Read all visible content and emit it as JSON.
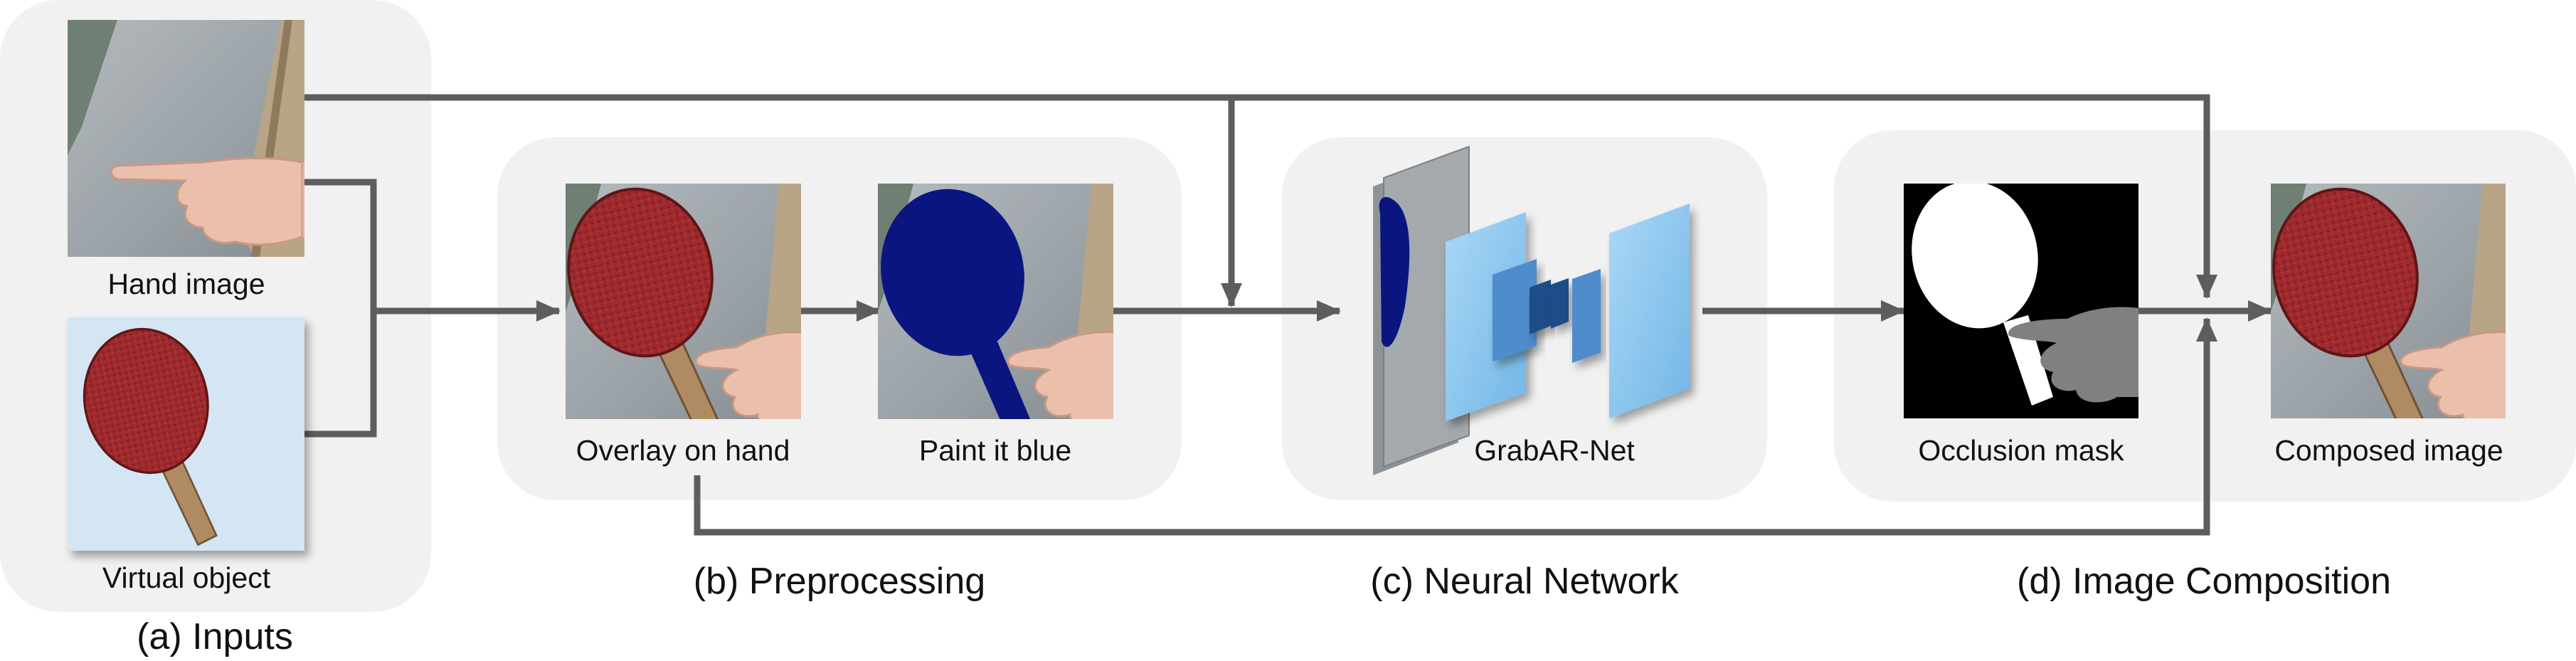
{
  "panels": {
    "inputs": {
      "caption": "(a) Inputs"
    },
    "preprocessing": {
      "caption": "(b) Preprocessing"
    },
    "network": {
      "caption": "(c) Neural Network"
    },
    "composition": {
      "caption": "(d) Image Composition"
    }
  },
  "labels": {
    "hand_image": "Hand image",
    "virtual_object": "Virtual object",
    "overlay": "Overlay on hand",
    "paint": "Paint it blue",
    "net": "GrabAR-Net",
    "mask": "Occlusion mask",
    "composed": "Composed image"
  },
  "colors": {
    "panel_bg": "#f1f1f1",
    "arrow": "#5d5d5d",
    "paddle_red": "#9e2a2e",
    "paint_blue": "#0a1580",
    "handle": "#b08a62",
    "wall": "#9aa1a6",
    "skin": "#eac0ac",
    "object_bg": "#d4e6f3",
    "net_layer": "#8fc9f0",
    "net_dark": "#1d4d86",
    "mask_hand": "#808080"
  }
}
